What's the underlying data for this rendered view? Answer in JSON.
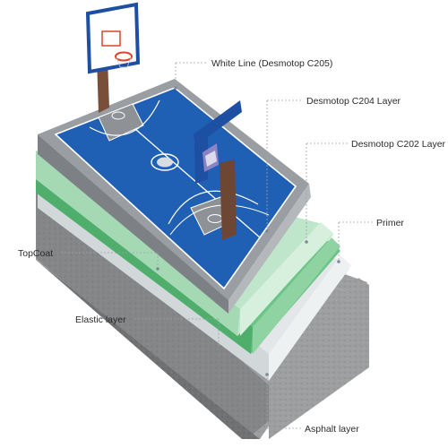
{
  "labels": {
    "white_line": "White Line (Desmotop C205)",
    "c204": "Desmotop C204 Layer",
    "c202": "Desmotop C202 Layer",
    "primer": "Primer",
    "topcoat": "TopCoat",
    "elastic": "Elastic layer",
    "asphalt": "Asphalt layer"
  },
  "colors": {
    "court_blue": "#1f5fb4",
    "court_grey": "#8e9296",
    "green_layer": "#5cbf7a",
    "light_green": "#b8e3c4",
    "primer_white": "#e6eaec",
    "asphalt": "#9a9c9e",
    "backboard_blue": "#1d4fa3"
  }
}
